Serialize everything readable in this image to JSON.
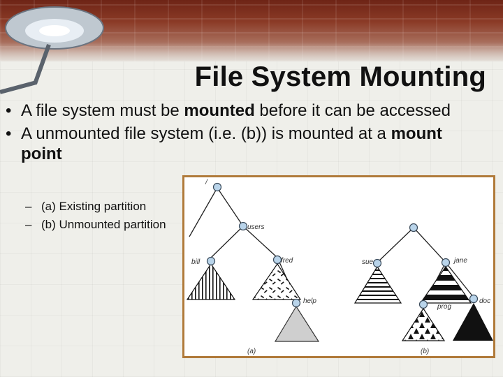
{
  "slide": {
    "title": "File System Mounting",
    "bullets": [
      {
        "text_before": "A file system must be ",
        "bold": "mounted",
        "text_after": " before it can be accessed"
      },
      {
        "text_before": "A unmounted file system (i.e. (b)) is mounted at a ",
        "bold": "mount point",
        "text_after": ""
      }
    ],
    "sub_bullets": [
      "(a) Existing partition",
      "(b) Unmounted partition"
    ],
    "bullet_glyph": "•",
    "dash_glyph": "–"
  },
  "figure": {
    "labels": {
      "root": "/",
      "users": "users",
      "bill": "bill",
      "fred": "fred",
      "help": "help",
      "sue": "sue",
      "jane": "jane",
      "prog": "prog",
      "doc": "doc",
      "caption_a": "(a)",
      "caption_b": "(b)"
    },
    "border_color": "#b07a3a",
    "node_color": "#b9d4ea"
  },
  "decor": {
    "lamp_icon": "desk-lamp-icon"
  }
}
